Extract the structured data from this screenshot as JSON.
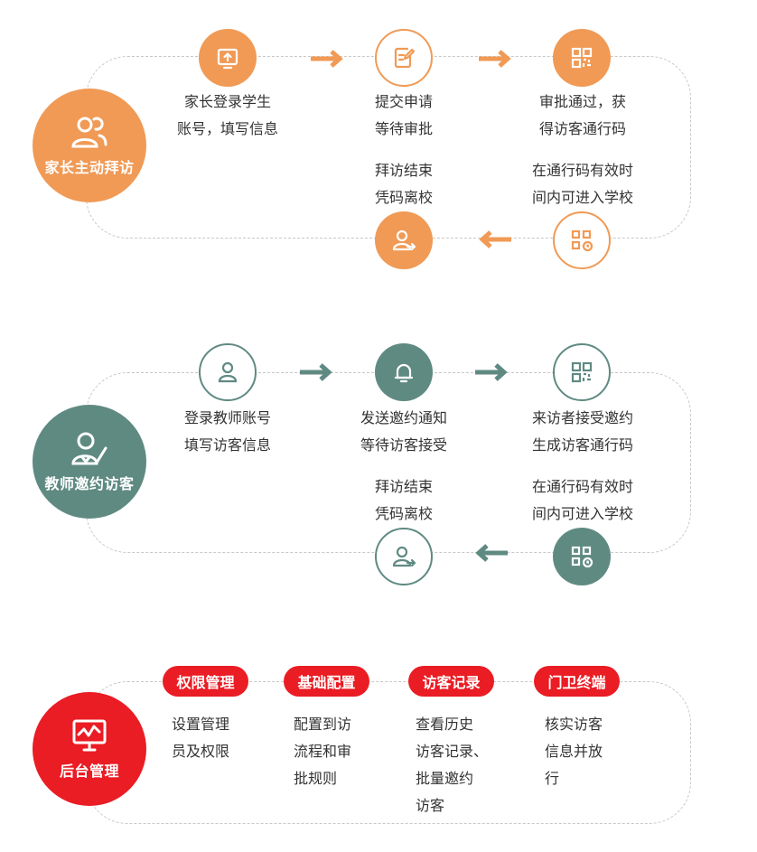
{
  "section1": {
    "title": "家长主动拜访",
    "step1": [
      "家长登录学生",
      "账号，填写信息"
    ],
    "step2": [
      "提交申请",
      "等待审批"
    ],
    "step3": [
      "审批通过，获",
      "得访客通行码"
    ],
    "step4": [
      "在通行码有效时",
      "间内可进入学校"
    ],
    "step5": [
      "拜访结束",
      "凭码离校"
    ]
  },
  "section2": {
    "title": "教师邀约访客",
    "step1": [
      "登录教师账号",
      "填写访客信息"
    ],
    "step2": [
      "发送邀约通知",
      "等待访客接受"
    ],
    "step3": [
      "来访者接受邀约",
      "生成访客通行码"
    ],
    "step4": [
      "在通行码有效时",
      "间内可进入学校"
    ],
    "step5": [
      "拜访结束",
      "凭码离校"
    ]
  },
  "section3": {
    "title": "后台管理",
    "modules": [
      {
        "tag": "权限管理",
        "lines": [
          "设置管理",
          "员及权限"
        ]
      },
      {
        "tag": "基础配置",
        "lines": [
          "配置到访",
          "流程和审",
          "批规则"
        ]
      },
      {
        "tag": "访客记录",
        "lines": [
          "查看历史",
          "访客记录、",
          "批量邀约",
          "访客"
        ]
      },
      {
        "tag": "门卫终端",
        "lines": [
          "核实访客",
          "信息并放",
          "行"
        ]
      }
    ]
  },
  "colors": {
    "orange": "#f09a55",
    "teal": "#5f8a82",
    "red": "#ea1c24"
  }
}
